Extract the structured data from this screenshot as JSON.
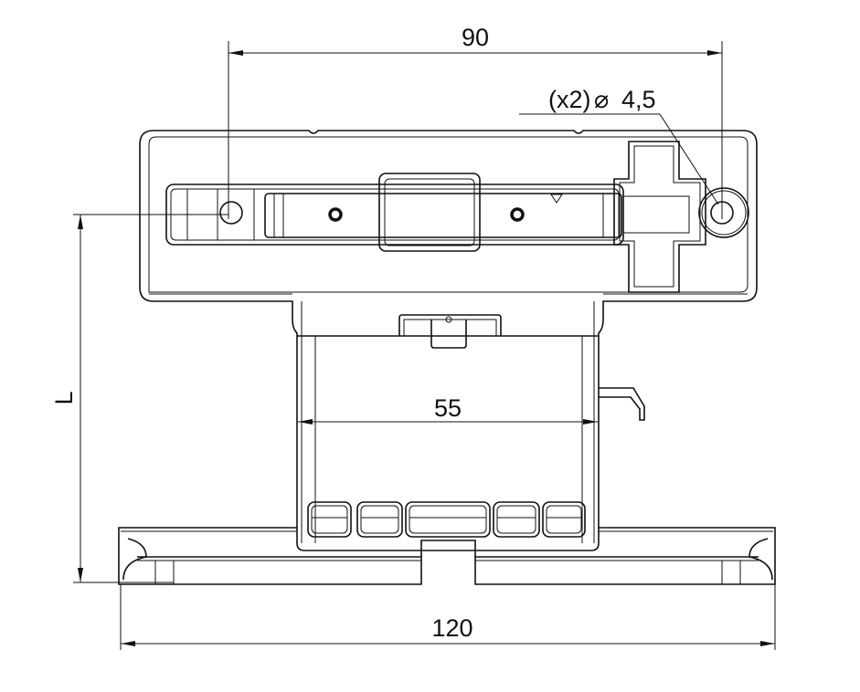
{
  "drawing": {
    "dimensions": {
      "overall_width": "120",
      "hole_spacing": "90",
      "stem_width": "55",
      "length": "L",
      "hole_callout_count": "(x2)",
      "hole_callout_symbol": "⌀",
      "hole_callout_diameter": "4,5"
    },
    "colors": {
      "line": "#111111",
      "background": "#ffffff"
    }
  }
}
